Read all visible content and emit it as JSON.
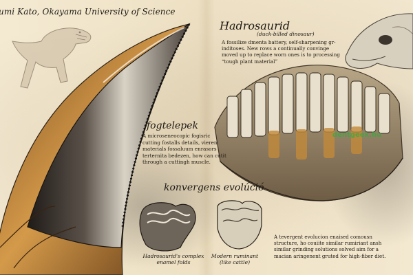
{
  "author": "umi Kato, Okayama University of Science",
  "left_page": {
    "heading": "fogtelepek",
    "description": "A microseneocopic fogisric cutting fostalls details, vieren materials fossaluum enrasors terternita bedezen, how can cutit through a cuttingh muscle."
  },
  "convergence": {
    "heading": "konvergens evolúció",
    "caption_left": "Hadrosaurid's complex enamel folds",
    "caption_right": "Modern ruminant (like cattle)",
    "description": "A tevergent evolucion enaised comousn structure, ho couiite similar rumiriant ansh similar grinding solutions solved aim for a macian aringenent gruted for high-fiber diet."
  },
  "right_page": {
    "heading": "Hadrosaurid",
    "subheading": "(duck-billed dinosaur)",
    "description": "A fossilize dmenta battery, self-sharpening gr-inditoses. New rows a continually convinge moved up to replace worn ones is to processing “tough plant material”"
  },
  "watermark": "dentgeek.hu",
  "colors": {
    "paper": "#efe3c8",
    "ink": "#1e1a14",
    "tooth_dark": "#3a3530",
    "tooth_light": "#c9c2b3",
    "amber": "#c28a3a",
    "watermark": "#2fae3a"
  },
  "icons": [
    "trex-sketch",
    "hadrosaur-skull-sketch",
    "serrated-tooth",
    "dental-battery",
    "molar-cross-section"
  ]
}
